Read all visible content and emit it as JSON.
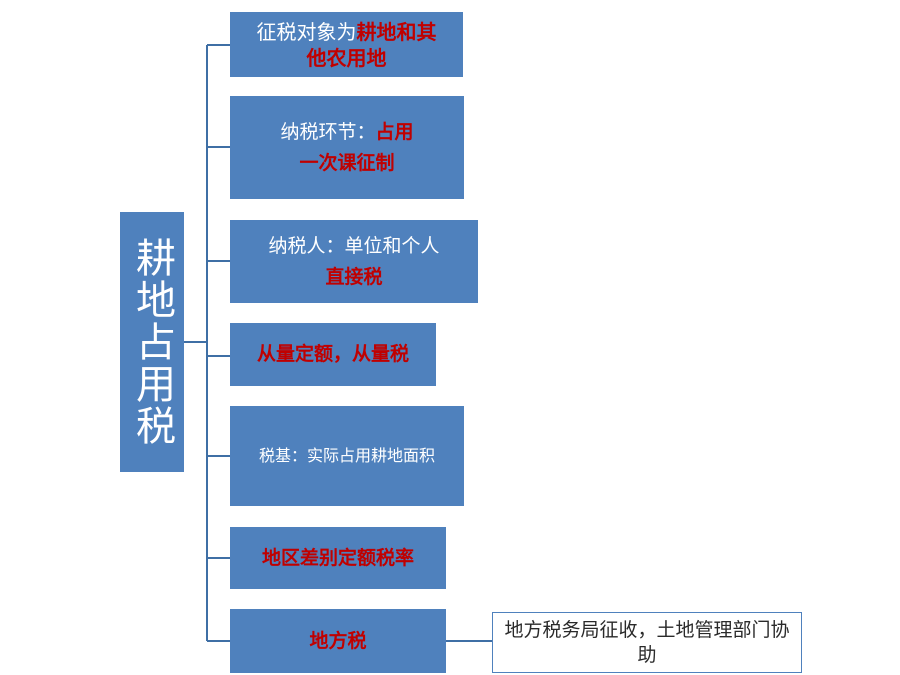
{
  "root": {
    "label": "耕地占用税"
  },
  "items": [
    {
      "plain": "征税对象为",
      "highlight": "耕地和其",
      "highlight2": "他农用地"
    },
    {
      "plain": "纳税环节：",
      "highlight": "占用",
      "highlight2": "一次课征制"
    },
    {
      "plain": "纳税人：单位和个人",
      "highlight2": "直接税"
    },
    {
      "highlight": "从量定额，从量税"
    },
    {
      "plain": "税基：实际占用耕地面积"
    },
    {
      "highlight": "地区差别定额税率"
    },
    {
      "highlight": "地方税"
    }
  ],
  "side_note": {
    "text": "地方税务局征收，土地管理部门协助"
  },
  "colors": {
    "box": "#4f81bd",
    "highlight": "#c00000",
    "connector": "#3f6fa5"
  }
}
